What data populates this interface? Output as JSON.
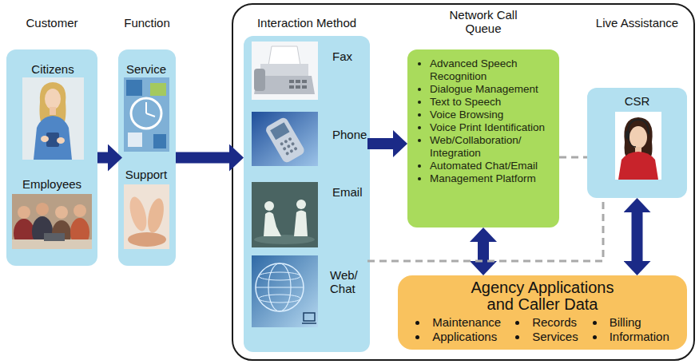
{
  "diagram": {
    "nodes": [
      {
        "text": [
          "Customer"
        ]
      },
      {
        "text": [
          "Citizens"
        ],
        "in": 0
      },
      {
        "text": [
          "Employees"
        ],
        "in": 0
      },
      {
        "text": [
          "Function"
        ]
      },
      {
        "text": [
          "Service"
        ],
        "in": 3
      },
      {
        "text": [
          "Support"
        ],
        "in": 3
      },
      {
        "text": []
      },
      {
        "text": [
          "Interaction Method"
        ],
        "in": 6
      },
      {
        "text": [
          "Fax"
        ],
        "in": 7
      },
      {
        "text": [
          "Phone"
        ],
        "in": 7
      },
      {
        "text": [
          "Email"
        ],
        "in": 7
      },
      {
        "text": [
          "Web/ Chat"
        ],
        "in": 7
      },
      {
        "text": [
          "Network Call Queue",
          "Advanced Speech Recognition",
          "Dialogue Management",
          "Text to Speech",
          "Voice Browsing",
          "Voice Print Identification",
          "Web/Collaboration/ Integration",
          "Automated Chat/Email",
          "Management Platform"
        ],
        "in": 6
      },
      {
        "text": [
          "Live Assistance",
          "CSR"
        ],
        "in": 6
      },
      {
        "text": [
          "Agency Applications and Caller Data",
          "Maintenance",
          "Records",
          "Billing",
          "Applications",
          "Services",
          "Information"
        ],
        "in": 6
      }
    ],
    "edges": [
      {
        "from": 0,
        "to": 3,
        "arrow": "to"
      },
      {
        "from": 3,
        "to": 7,
        "arrow": "to"
      },
      {
        "from": 9,
        "to": 12,
        "arrow": "to"
      },
      {
        "from": 12,
        "to": 14,
        "arrow": "both"
      },
      {
        "from": 13,
        "to": 14,
        "arrow": "both"
      },
      {
        "from": 12,
        "to": 13,
        "arrow": "none"
      },
      {
        "from": 11,
        "to": 13,
        "arrow": "none"
      }
    ]
  }
}
